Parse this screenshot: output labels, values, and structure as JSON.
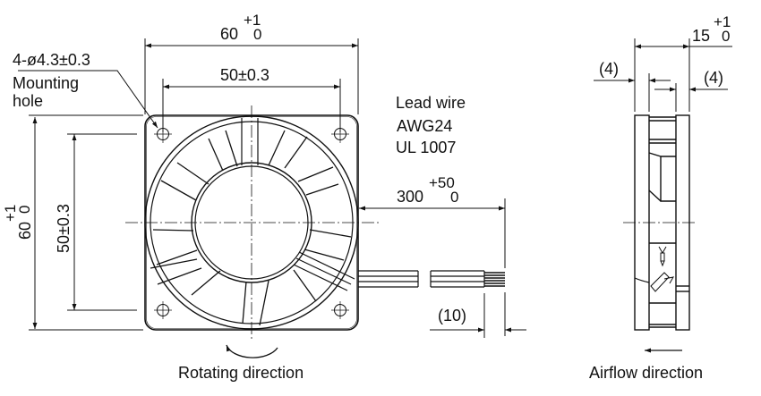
{
  "drawing": {
    "front_view": {
      "width_dim": {
        "nominal": "60",
        "upper_tol": "+1",
        "lower_tol": "0"
      },
      "hole_pitch_h": "50±0.3",
      "height_dim": {
        "nominal": "60",
        "upper_tol": "+1",
        "lower_tol": "0"
      },
      "hole_pitch_v": "50±0.3",
      "mounting_hole": {
        "spec": "4-ø4.3±0.3",
        "label_line1": "Mounting",
        "label_line2": "hole"
      },
      "lead_wire": {
        "line1": "Lead wire",
        "line2": "AWG24",
        "line3": "UL 1007"
      },
      "lead_length": {
        "nominal": "300",
        "upper_tol": "+50",
        "lower_tol": "0"
      },
      "strip_length": "(10)",
      "caption": "Rotating direction"
    },
    "side_view": {
      "depth_dim": {
        "nominal": "15",
        "upper_tol": "+1",
        "lower_tol": "0"
      },
      "flange_left": "(4)",
      "flange_right": "(4)",
      "caption": "Airflow direction"
    }
  }
}
